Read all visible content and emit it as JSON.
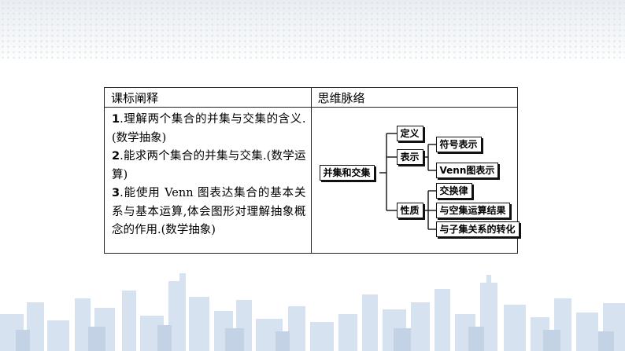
{
  "table": {
    "col1_header": "课标阐释",
    "col2_header": "思维脉络",
    "standards": [
      {
        "num": "1",
        "text": ".理解两个集合的并集与交集的含义.(数学抽象)"
      },
      {
        "num": "2",
        "text": ".能求两个集合的并集与交集.(数学运算)"
      },
      {
        "num": "3",
        "text": ".能使用 Venn 图表达集合的基本关系与基本运算,体会图形对理解抽象概念的作用.(数学抽象)"
      }
    ]
  },
  "mindmap": {
    "root": "并集和交集",
    "definition": "定义",
    "representation": "表示",
    "rep_symbol": "符号表示",
    "rep_venn": "Venn图表示",
    "properties": "性质",
    "prop_1": "交换律",
    "prop_2": "与空集运算结果",
    "prop_3": "与子集关系的转化"
  }
}
